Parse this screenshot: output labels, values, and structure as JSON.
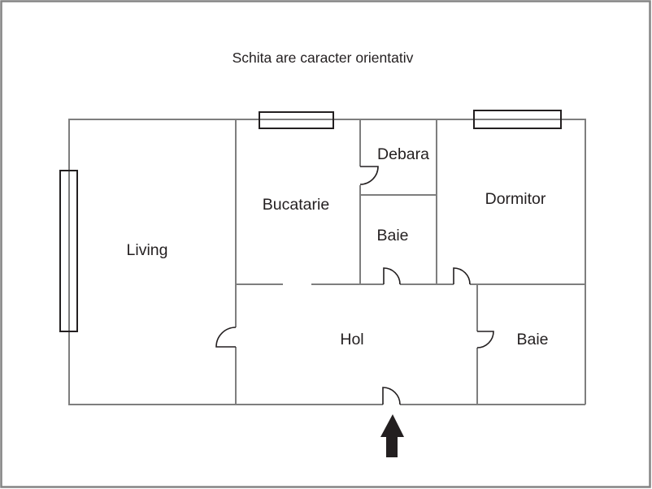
{
  "title": "Schita are caracter orientativ",
  "rooms": {
    "living": "Living",
    "bucatarie": "Bucatarie",
    "debara": "Debara",
    "baie_top": "Baie",
    "dormitor": "Dormitor",
    "hol": "Hol",
    "baie_bottom": "Baie"
  },
  "icons": {
    "entrance_arrow": "up-arrow-entrance-marker"
  },
  "colors": {
    "wall": "#7e7e7e",
    "ink": "#231f20",
    "border": "#848484",
    "background": "#ffffff"
  }
}
